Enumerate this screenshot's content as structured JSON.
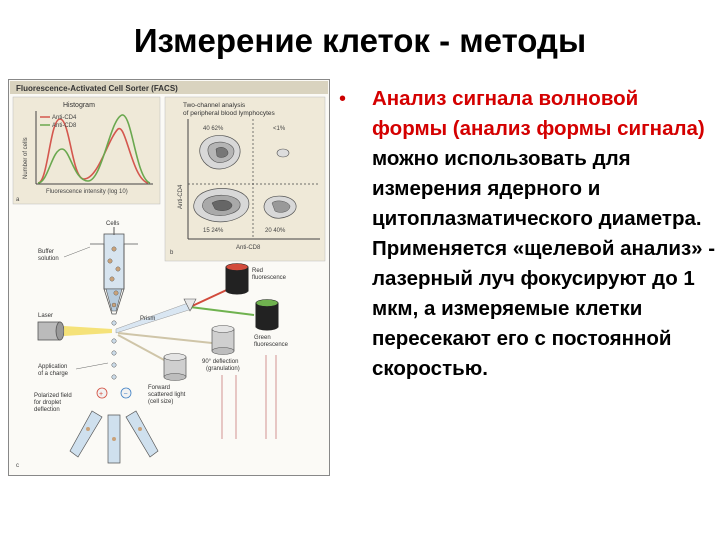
{
  "slide": {
    "title": "Измерение клеток - методы"
  },
  "figure": {
    "header": "Fluorescence-Activated Cell Sorter (FACS)",
    "histogram": {
      "title": "Histogram",
      "legend": [
        "Anti-CD4",
        "Anti-CD8"
      ],
      "ylabel": "Number of cells",
      "xlabel": "Fluorescence intensity (log 10)",
      "panel_letter": "a"
    },
    "two_channel": {
      "title_line1": "Two-channel analysis",
      "title_line2": "of peripheral blood lymphocytes",
      "quad_tl": "40   62%",
      "quad_tr": "<1%",
      "quad_bl": "15   24%",
      "quad_br": "20   40%",
      "ylabel": "Anti-CD4",
      "xlabel": "Anti-CD8",
      "panel_letter": "b"
    },
    "labels": {
      "cells": "Cells",
      "buffer_line1": "Buffer",
      "buffer_line2": "solution",
      "laser": "Laser",
      "charge_line1": "Application",
      "charge_line2": "of a charge",
      "field_line1": "Polarized field",
      "field_line2": "for droplet",
      "field_line3": "deflection",
      "prism": "Prism",
      "red_line1": "Red",
      "red_line2": "fluorescence",
      "green_line1": "Green",
      "green_line2": "fluorescence",
      "side_line1": "90° deflection",
      "side_line2": "(granulation)",
      "fwd_line1": "Forward",
      "fwd_line2": "scattered light",
      "fwd_line3": "(cell size)",
      "panel_letter": "c"
    }
  },
  "bullet": {
    "highlight": "Анализ сигнала волновой формы (анализ формы сигнала)",
    "body": " можно использовать для измерения ядерного и цитоплазматического диаметра. Применяется «щелевой анализ» - лазерный луч фокусируют до 1 мкм, а измеряемые клетки пересекают его с постоянной скоростью."
  },
  "colors": {
    "bullet_red": "#d40000",
    "cd4_curve": "#d4574e",
    "cd8_curve": "#6aa84f",
    "panel_bg": "#efe9d8"
  }
}
